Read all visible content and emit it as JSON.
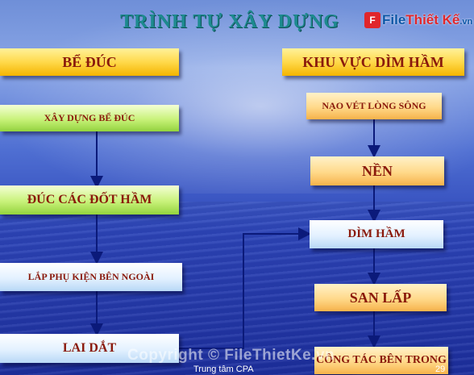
{
  "title": "TRÌNH TỰ XÂY DỰNG",
  "logo": {
    "mark": "F",
    "part1": "File",
    "part2": "Thiết Kế",
    "suffix": ".vn"
  },
  "left_column": {
    "header": "BỂ ĐÚC",
    "steps": [
      "XÂY DỰNG BỂ ĐÚC",
      "ĐÚC CÁC ĐỐT HẦM",
      "LẮP PHỤ KIỆN BÊN NGOÀI",
      "LAI DẮT"
    ]
  },
  "right_column": {
    "header": "KHU VỰC DÌM HẦM",
    "steps": [
      "NẠO VÉT LÒNG SÔNG",
      "NỀN",
      "DÌM HẦM",
      "SAN LẤP",
      "CÔNG TÁC BÊN TRONG"
    ]
  },
  "footer": "Trung tâm CPA",
  "page_number": "29",
  "watermark": "Copyright © FileThietKe.vn",
  "colors": {
    "title": "#1d8a8f",
    "box_text": "#8a1a0c",
    "connector": "#0b1a7a"
  }
}
